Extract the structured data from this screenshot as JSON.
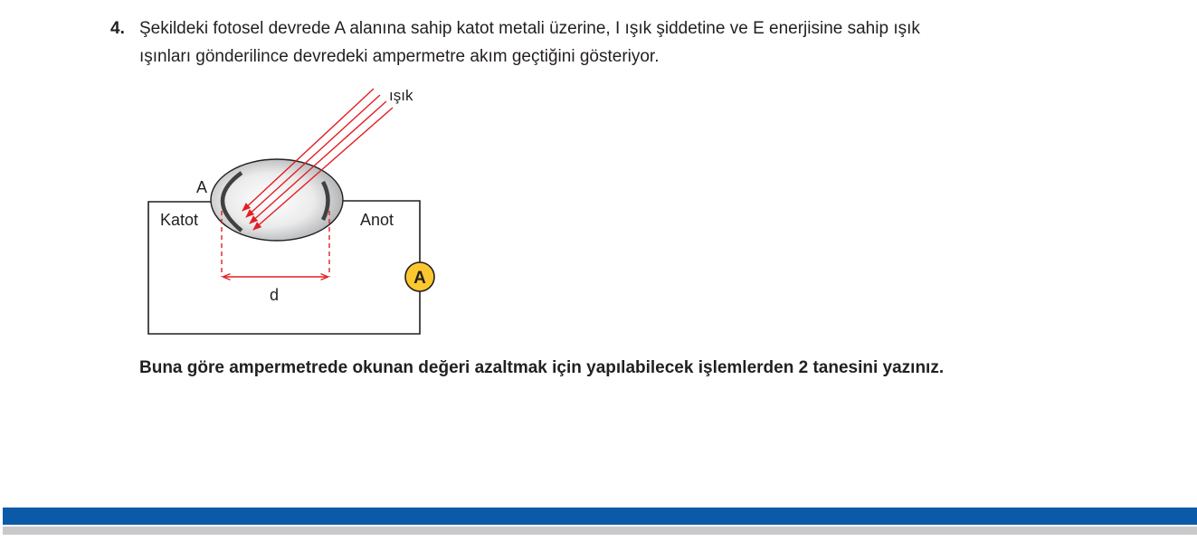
{
  "question": {
    "number": "4.",
    "line1": "Şekildeki fotosel devrede A alanına sahip katot metali üzerine, I ışık şiddetine ve E enerjisine sahip ışık",
    "line2": "ışınları gönderilince devredeki ampermetre akım geçtiğini gösteriyor."
  },
  "diagram": {
    "light_label": "ışık",
    "area_label": "A",
    "cathode_label": "Katot",
    "anode_label": "Anot",
    "distance_label": "d",
    "ammeter_label": "A"
  },
  "prompt": "Buna göre ampermetrede okunan değeri azaltmak için yapılabilecek işlemlerden 2 tanesini yazınız.",
  "colors": {
    "ray": "#e31e24",
    "ammeter": "#fdc82f",
    "band_blue": "#0b5aa8",
    "band_grey": "#c8c9cb"
  }
}
